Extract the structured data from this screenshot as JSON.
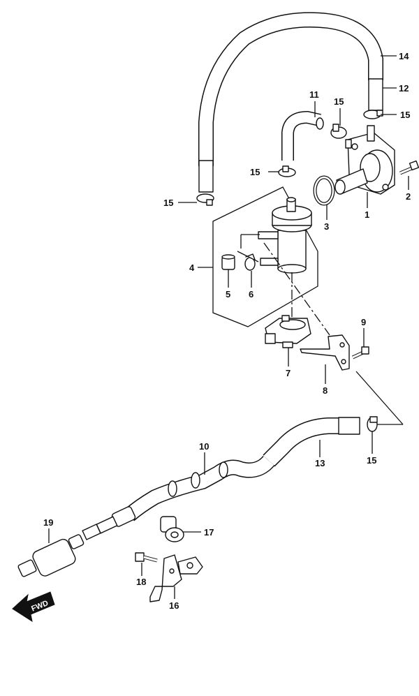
{
  "diagram": {
    "callouts": [
      {
        "id": "c14",
        "text": "14"
      },
      {
        "id": "c12",
        "text": "12"
      },
      {
        "id": "c11",
        "text": "11"
      },
      {
        "id": "c15a",
        "text": "15"
      },
      {
        "id": "c15b",
        "text": "15"
      },
      {
        "id": "c15c",
        "text": "15"
      },
      {
        "id": "c15d",
        "text": "15"
      },
      {
        "id": "c15e",
        "text": "15"
      },
      {
        "id": "c2",
        "text": "2"
      },
      {
        "id": "c1",
        "text": "1"
      },
      {
        "id": "c3",
        "text": "3"
      },
      {
        "id": "c4",
        "text": "4"
      },
      {
        "id": "c5",
        "text": "5"
      },
      {
        "id": "c6",
        "text": "6"
      },
      {
        "id": "c9",
        "text": "9"
      },
      {
        "id": "c7",
        "text": "7"
      },
      {
        "id": "c8",
        "text": "8"
      },
      {
        "id": "c10",
        "text": "10"
      },
      {
        "id": "c13",
        "text": "13"
      },
      {
        "id": "c19",
        "text": "19"
      },
      {
        "id": "c17",
        "text": "17"
      },
      {
        "id": "c18",
        "text": "18"
      },
      {
        "id": "c16",
        "text": "16"
      }
    ],
    "fwd_label": "FWD"
  }
}
